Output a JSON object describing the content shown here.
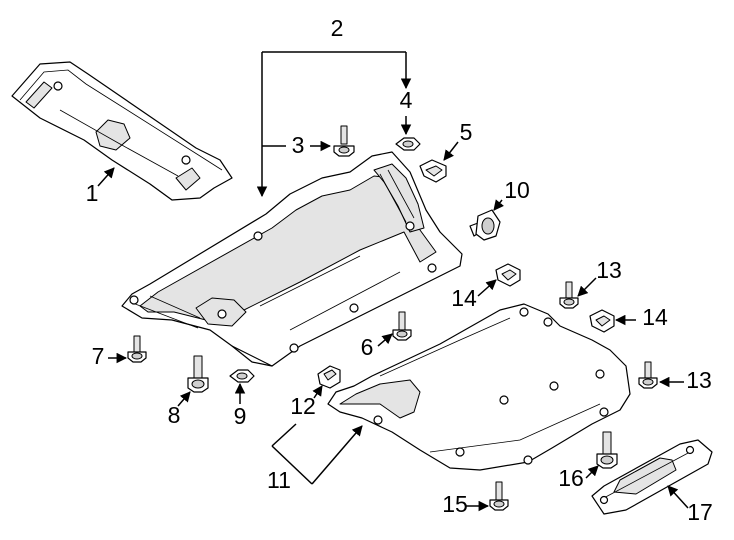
{
  "callouts": [
    {
      "id": "1",
      "label": "1"
    },
    {
      "id": "2",
      "label": "2"
    },
    {
      "id": "3",
      "label": "3"
    },
    {
      "id": "4",
      "label": "4"
    },
    {
      "id": "5",
      "label": "5"
    },
    {
      "id": "6",
      "label": "6"
    },
    {
      "id": "7",
      "label": "7"
    },
    {
      "id": "8",
      "label": "8"
    },
    {
      "id": "9",
      "label": "9"
    },
    {
      "id": "10",
      "label": "10"
    },
    {
      "id": "11",
      "label": "11"
    },
    {
      "id": "12",
      "label": "12"
    },
    {
      "id": "13a",
      "label": "13"
    },
    {
      "id": "13b",
      "label": "13"
    },
    {
      "id": "14a",
      "label": "14"
    },
    {
      "id": "14b",
      "label": "14"
    },
    {
      "id": "15",
      "label": "15"
    },
    {
      "id": "16",
      "label": "16"
    },
    {
      "id": "17",
      "label": "17"
    }
  ],
  "colors": {
    "line": "#000000",
    "part_fill": "#ffffff",
    "shade": "#e4e4e4"
  }
}
